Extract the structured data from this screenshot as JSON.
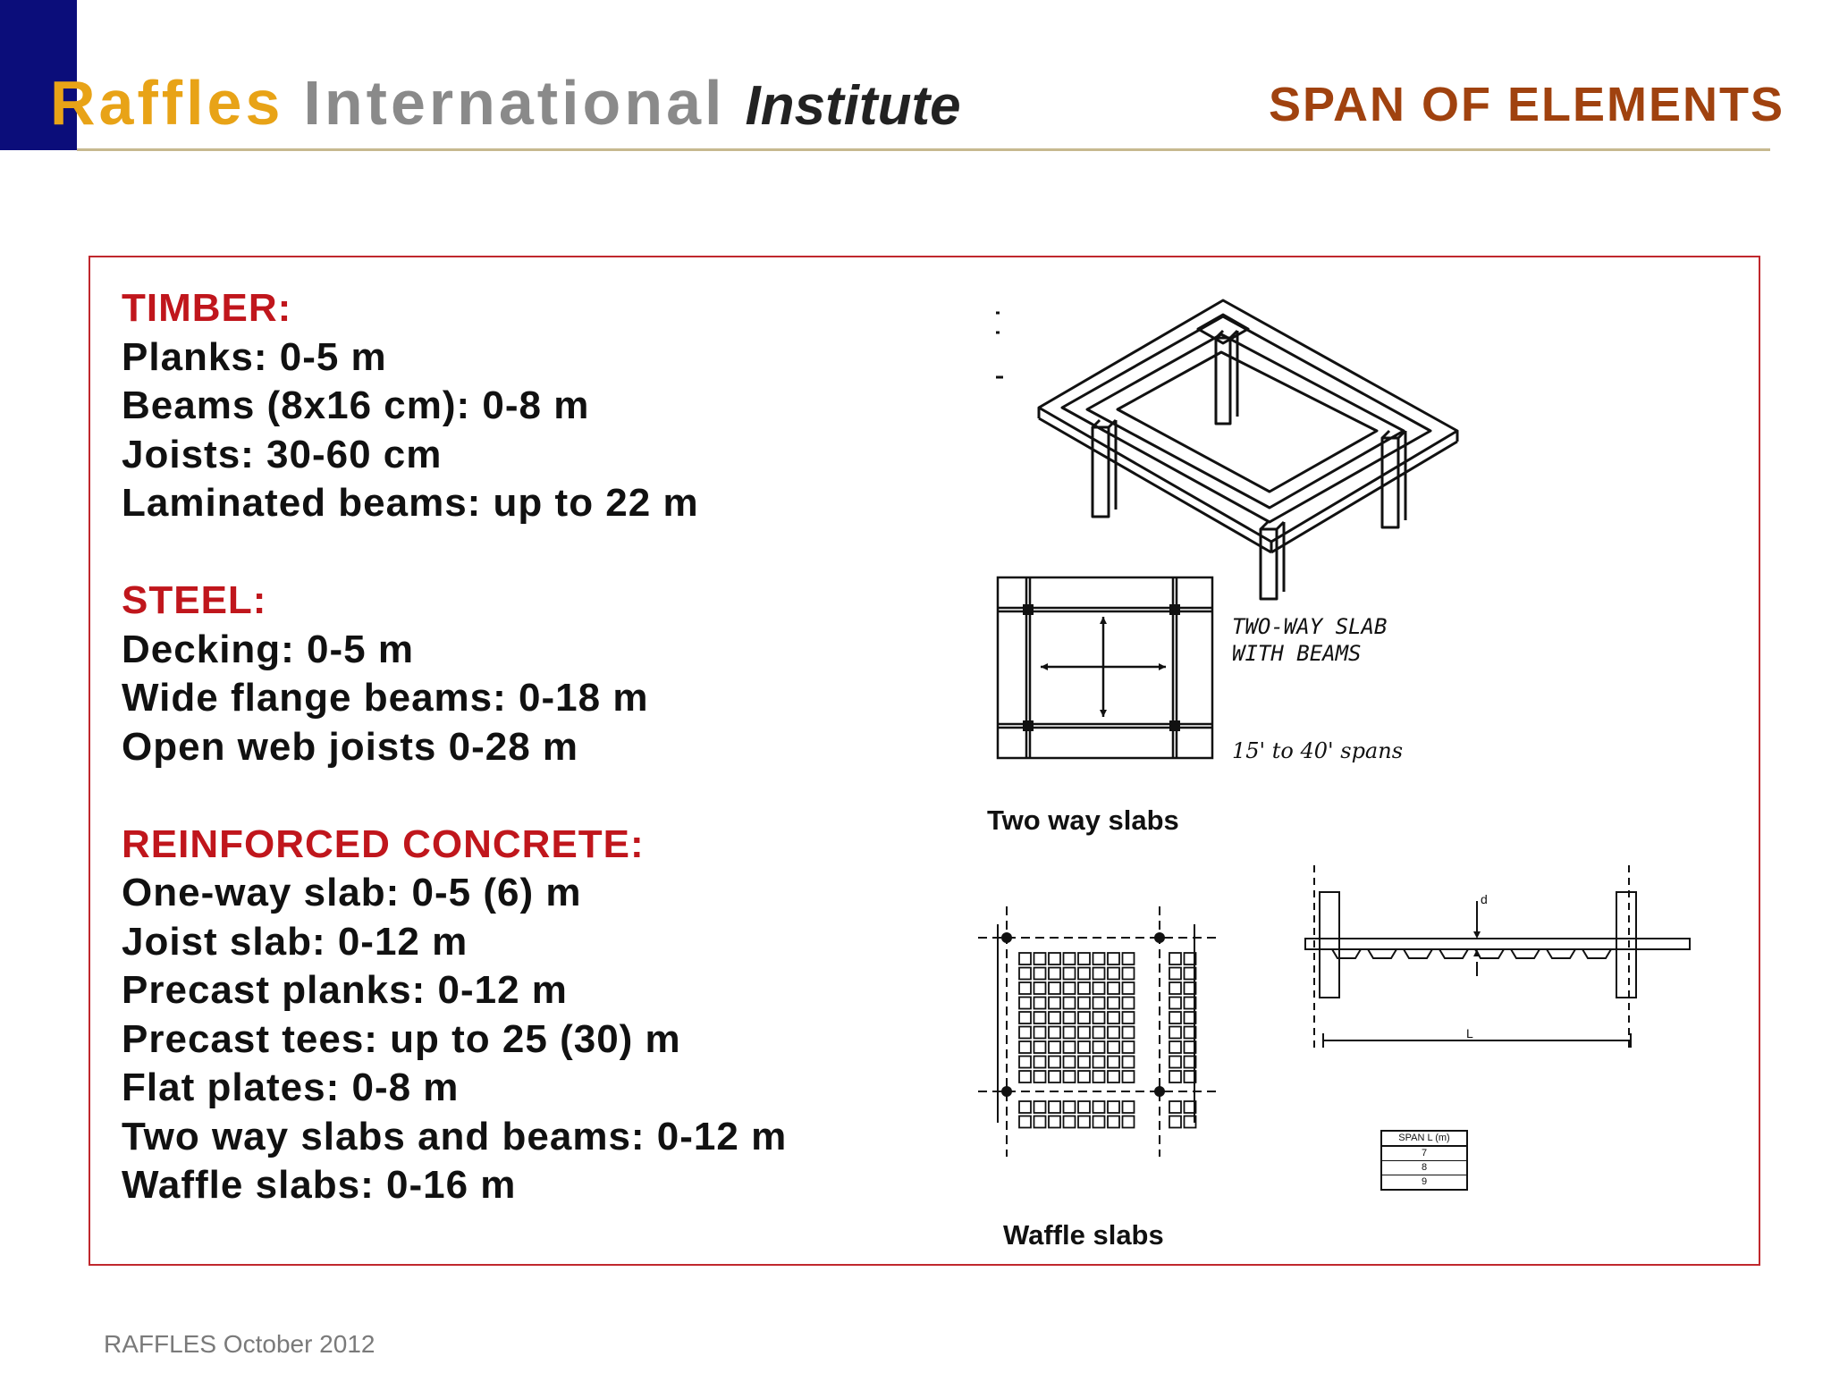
{
  "header": {
    "brand_word1": "Raffles",
    "brand_word2": "International",
    "brand_word3": "Institute",
    "slide_title": "SPAN OF ELEMENTS"
  },
  "timber": {
    "heading": "TIMBER:",
    "items": [
      "Planks: 0-5 m",
      "Beams (8x16 cm): 0-8 m",
      "Joists: 30-60 cm",
      "Laminated beams: up to 22 m"
    ]
  },
  "steel": {
    "heading": "STEEL:",
    "items": [
      "Decking: 0-5 m",
      "Wide flange beams: 0-18 m",
      "Open web joists 0-28 m"
    ]
  },
  "concrete": {
    "heading": "REINFORCED CONCRETE:",
    "items": [
      "One-way slab: 0-5 (6) m",
      "Joist slab: 0-12 m",
      "Precast planks: 0-12 m",
      "Precast tees: up to 25 (30) m",
      "Flat plates: 0-8 m",
      "Two way slabs and beams: 0-12 m",
      "Waffle slabs: 0-16 m"
    ]
  },
  "figures": {
    "two_way_caption": "Two way slabs",
    "two_way_note_line1": "TWO-WAY SLAB",
    "two_way_note_line2": "WITH BEAMS",
    "two_way_span_note": "15' to 40' spans",
    "waffle_caption": "Waffle slabs",
    "section_label_d": "d",
    "section_label_L": "L",
    "table_header": "SPAN L (m)",
    "table_values": [
      "7",
      "8",
      "9"
    ]
  },
  "footer": {
    "text": "RAFFLES October 2012"
  },
  "colors": {
    "brand_gold": "#e8a317",
    "brand_grey": "#8a8a8a",
    "navy": "#0b0d7a",
    "title_brown": "#a0420f",
    "heading_red": "#c0161c",
    "frame_red": "#c0282d"
  }
}
